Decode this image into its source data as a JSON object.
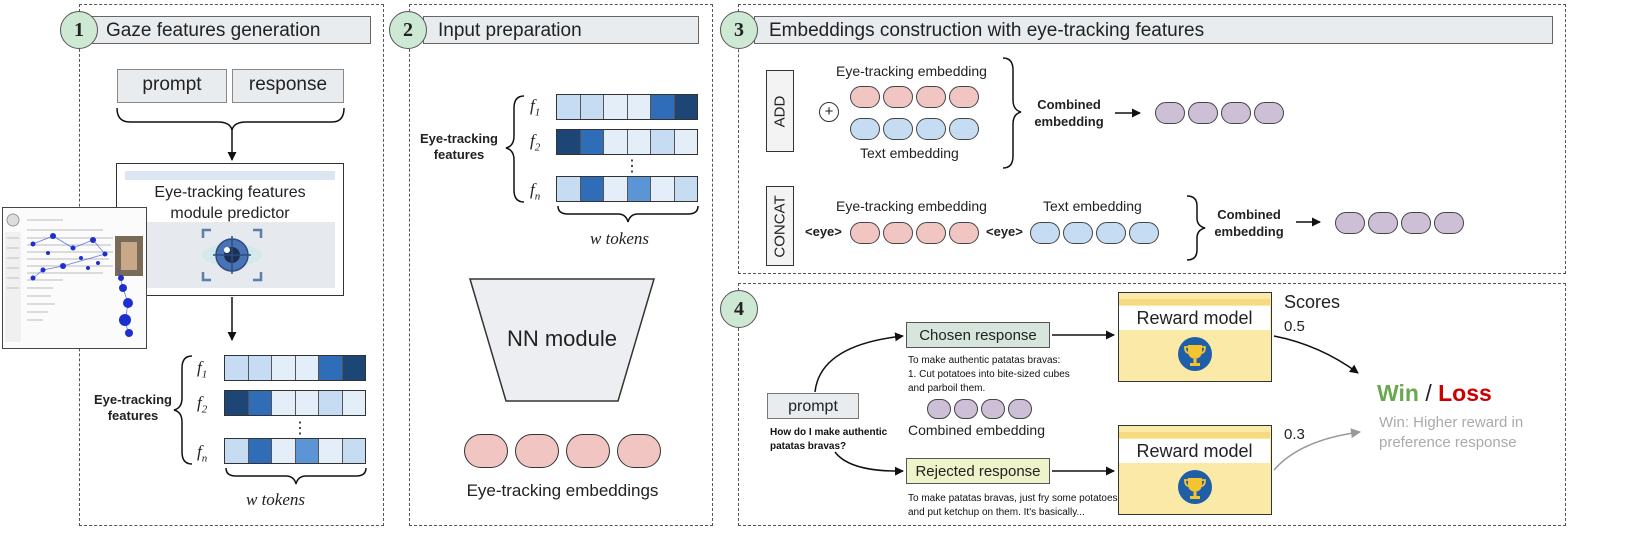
{
  "panel1": {
    "number": "1",
    "title": "Gaze features generation",
    "prompt_label": "prompt",
    "response_label": "response",
    "predictor_line1": "Eye-tracking features",
    "predictor_line2": "module predictor",
    "features_line1": "Eye-tracking",
    "features_line2": "features",
    "f1": "f",
    "f1_sub": "1",
    "f2": "f",
    "f2_sub": "2",
    "fn": "f",
    "fn_sub": "n",
    "tokens": "w tokens",
    "dots": "⋮"
  },
  "panel2": {
    "number": "2",
    "title": "Input preparation",
    "features_line1": "Eye-tracking",
    "features_line2": "features",
    "f1": "f",
    "f1_sub": "1",
    "f2": "f",
    "f2_sub": "2",
    "fn": "f",
    "fn_sub": "n",
    "tokens": "w tokens",
    "dots": "⋮",
    "nn_label": "NN module",
    "embeddings_label": "Eye-tracking embeddings"
  },
  "panel3": {
    "number": "3",
    "title": "Embeddings construction with eye-tracking features",
    "add_label": "ADD",
    "plus": "+",
    "add_eye_label": "Eye-tracking embedding",
    "add_text_label": "Text embedding",
    "add_combined_line1": "Combined",
    "add_combined_line2": "embedding",
    "concat_label": "CONCAT",
    "concat_eye_label": "Eye-tracking embedding",
    "concat_text_label": "Text embedding",
    "eye_token_1": "<eye>",
    "eye_token_2": "<eye>",
    "concat_combined_line1": "Combined",
    "concat_combined_line2": "embedding"
  },
  "panel4": {
    "number": "4",
    "prompt_label": "prompt",
    "question_line1": "How do I make authentic",
    "question_line2": "patatas bravas?",
    "chosen_label": "Chosen response",
    "chosen_text_line1": "To make authentic patatas bravas:",
    "chosen_text_line2": "1. Cut potatoes into bite-sized cubes",
    "chosen_text_line3": "and parboil them.",
    "combined_label": "Combined embedding",
    "rejected_label": "Rejected response",
    "rejected_text_line1": "To make patatas bravas, just fry some potatoes",
    "rejected_text_line2": "and put ketchup on them. It's basically...",
    "reward_label_1": "Reward model",
    "reward_label_2": "Reward model",
    "scores_label": "Scores",
    "score_1": "0.5",
    "score_2": "0.3",
    "win": "Win",
    "slash": " / ",
    "loss": "Loss",
    "win_note_line1": "Win: Higher reward in",
    "win_note_line2": "preference response"
  },
  "colors": {
    "step_circle": "#cde8d3",
    "pink": "#f1c6c2",
    "blue": "#c6dcf2",
    "purple": "#cdbfd6",
    "win": "#6aa84f",
    "loss": "#cc0000",
    "chosen_bg": "#d6e6dc",
    "rejected_bg": "#eef3c9",
    "reward_bg": "#fbe9a8"
  }
}
